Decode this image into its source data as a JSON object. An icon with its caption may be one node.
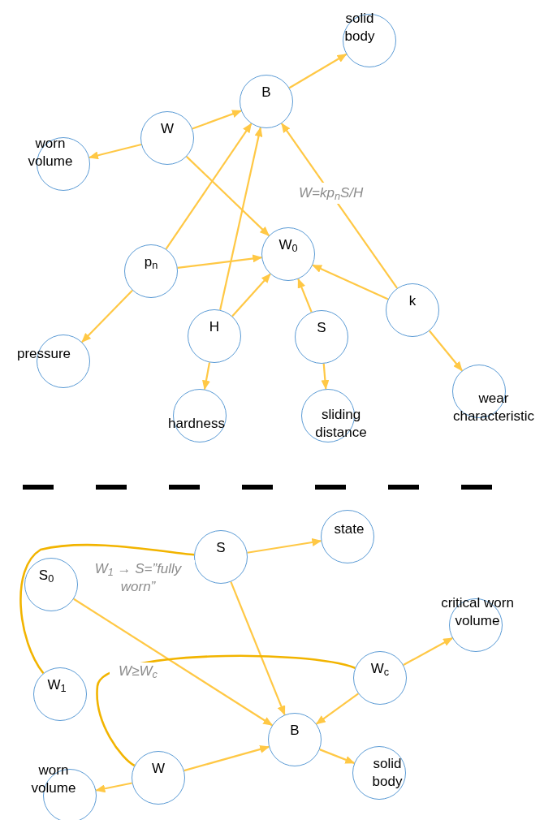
{
  "diagram": {
    "nodes": [
      {
        "text": [
          "B"
        ]
      },
      {
        "text": [
          "solid body"
        ]
      },
      {
        "text": [
          "W"
        ]
      },
      {
        "text": [
          "worn volume"
        ]
      },
      {
        "text": [
          "W$_{0}$"
        ]
      },
      {
        "text": [
          "p$_{n}$"
        ]
      },
      {
        "text": [
          "k"
        ]
      },
      {
        "text": [
          "pressure"
        ]
      },
      {
        "text": [
          "H"
        ]
      },
      {
        "text": [
          "S"
        ]
      },
      {
        "text": [
          "hardness"
        ]
      },
      {
        "text": [
          "sliding distance"
        ]
      },
      {
        "text": [
          "wear characteristic"
        ]
      },
      {
        "text": [
          "S$_{0}$"
        ]
      },
      {
        "text": [
          "S"
        ]
      },
      {
        "text": [
          "state"
        ]
      },
      {
        "text": [
          "critical worn volume"
        ]
      },
      {
        "text": [
          "W$_{1}$"
        ]
      },
      {
        "text": [
          "W$_{c}$"
        ]
      },
      {
        "text": [
          "B"
        ]
      },
      {
        "text": [
          "W"
        ]
      },
      {
        "text": [
          "worn volume"
        ]
      },
      {
        "text": [
          "solid body"
        ]
      }
    ],
    "edges": [
      {
        "from": 0,
        "to": 1,
        "arrow": "to"
      },
      {
        "from": 2,
        "to": 0,
        "arrow": "to"
      },
      {
        "from": 2,
        "to": 3,
        "arrow": "to"
      },
      {
        "from": 2,
        "to": 4,
        "arrow": "to"
      },
      {
        "from": 5,
        "to": 4,
        "arrow": "to"
      },
      {
        "from": 5,
        "to": 0,
        "arrow": "to"
      },
      {
        "from": 5,
        "to": 7,
        "arrow": "to"
      },
      {
        "from": 8,
        "to": 0,
        "arrow": "to"
      },
      {
        "from": 8,
        "to": 10,
        "arrow": "to"
      },
      {
        "from": 8,
        "to": 4,
        "arrow": "to"
      },
      {
        "from": 9,
        "to": 4,
        "arrow": "to"
      },
      {
        "from": 9,
        "to": 11,
        "arrow": "to"
      },
      {
        "from": 6,
        "to": 0,
        "arrow": "to"
      },
      {
        "from": 6,
        "to": 12,
        "arrow": "to"
      },
      {
        "from": 6,
        "to": 4,
        "arrow": "to"
      },
      {
        "from": 14,
        "to": 15,
        "arrow": "to"
      },
      {
        "from": 14,
        "to": 19,
        "arrow": "to"
      },
      {
        "from": 13,
        "to": 19,
        "arrow": "to"
      },
      {
        "from": 17,
        "to": 14,
        "arrow": "none",
        "label": "W$_{1}$ → S=”fully worn”",
        "color": "#f2b400"
      },
      {
        "from": 18,
        "to": 16,
        "arrow": "to"
      },
      {
        "from": 18,
        "to": 19,
        "arrow": "to"
      },
      {
        "from": 20,
        "to": 19,
        "arrow": "to"
      },
      {
        "from": 20,
        "to": 21,
        "arrow": "to"
      },
      {
        "from": 19,
        "to": 22,
        "arrow": "to"
      },
      {
        "from": 20,
        "to": 18,
        "arrow": "none",
        "label": "W≥W$_{c}$",
        "color": "#f2b400"
      }
    ],
    "labels": [
      "W=kp$_{n}$S/H"
    ]
  }
}
